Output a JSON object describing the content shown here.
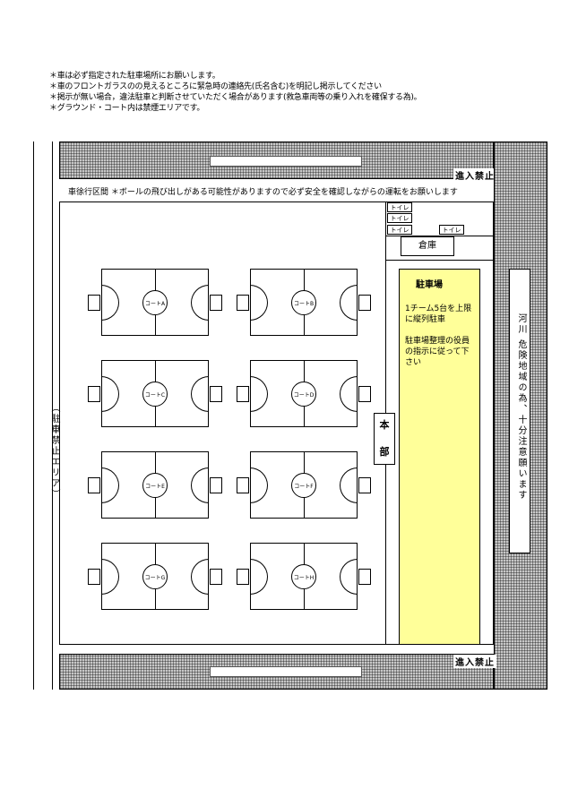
{
  "notes": [
    "＊車は必ず指定された駐車場所にお願いします。",
    "＊車のフロントガラスのの見えるところに緊急時の連絡先(氏名含む)を明記し掲示してください",
    "＊掲示が無い場合，違法駐車と判断させていただく場合があります(救急車両等の乗り入れを確保する為)。",
    "＊グラウンド・コート内は禁煙エリアです。"
  ],
  "no_entry_top": "進入禁止",
  "no_entry_bottom": "進入禁止",
  "driving_note": "車徐行区間 ＊ボールの飛び出しがある可能性がありますので必ず安全を確認しながらの運転をお願いします",
  "left_label": "（駐車禁止エリア）",
  "right_label": "河川 危険地域の為、十分注意願います",
  "toilets": [
    "トイレ",
    "トイレ",
    "トイレ",
    "トイレ"
  ],
  "warehouse": "倉庫",
  "hq_label": [
    "本",
    "部"
  ],
  "parking": {
    "title": "駐車場",
    "line1": "1チーム5台を上限に縦列駐車",
    "line2": "駐車場整理の役員の指示に従って下さい"
  },
  "courts": [
    "コートA",
    "コートB",
    "コートC",
    "コートD",
    "コートE",
    "コートF",
    "コートG",
    "コートH"
  ]
}
